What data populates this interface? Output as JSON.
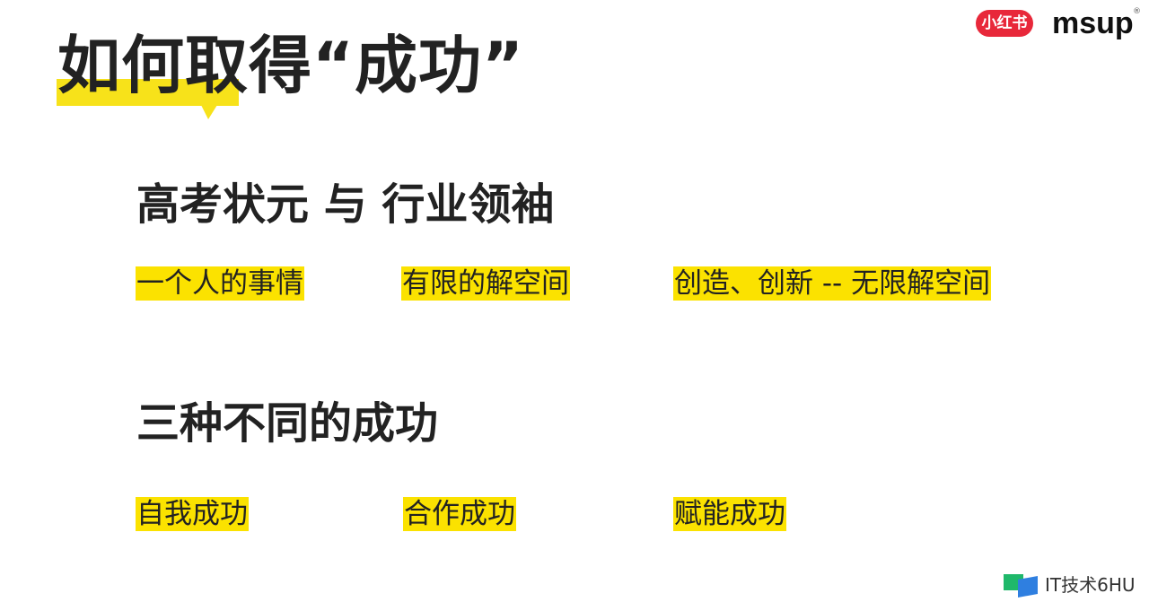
{
  "title": "如何取得“成功”",
  "section1": {
    "heading": "高考状元 与 行业领袖",
    "tags": [
      "一个人的事情",
      "有限的解空间",
      "创造、创新 -- 无限解空间"
    ]
  },
  "section2": {
    "heading": "三种不同的成功",
    "tags": [
      "自我成功",
      "合作成功",
      "赋能成功"
    ]
  },
  "logos": {
    "xiaohongshu": "小红书",
    "msup": "msup",
    "registered": "®"
  },
  "watermark": "IT技术6HU",
  "colors": {
    "highlight": "#fbe200",
    "brand_red": "#e8283a",
    "text": "#222222"
  }
}
